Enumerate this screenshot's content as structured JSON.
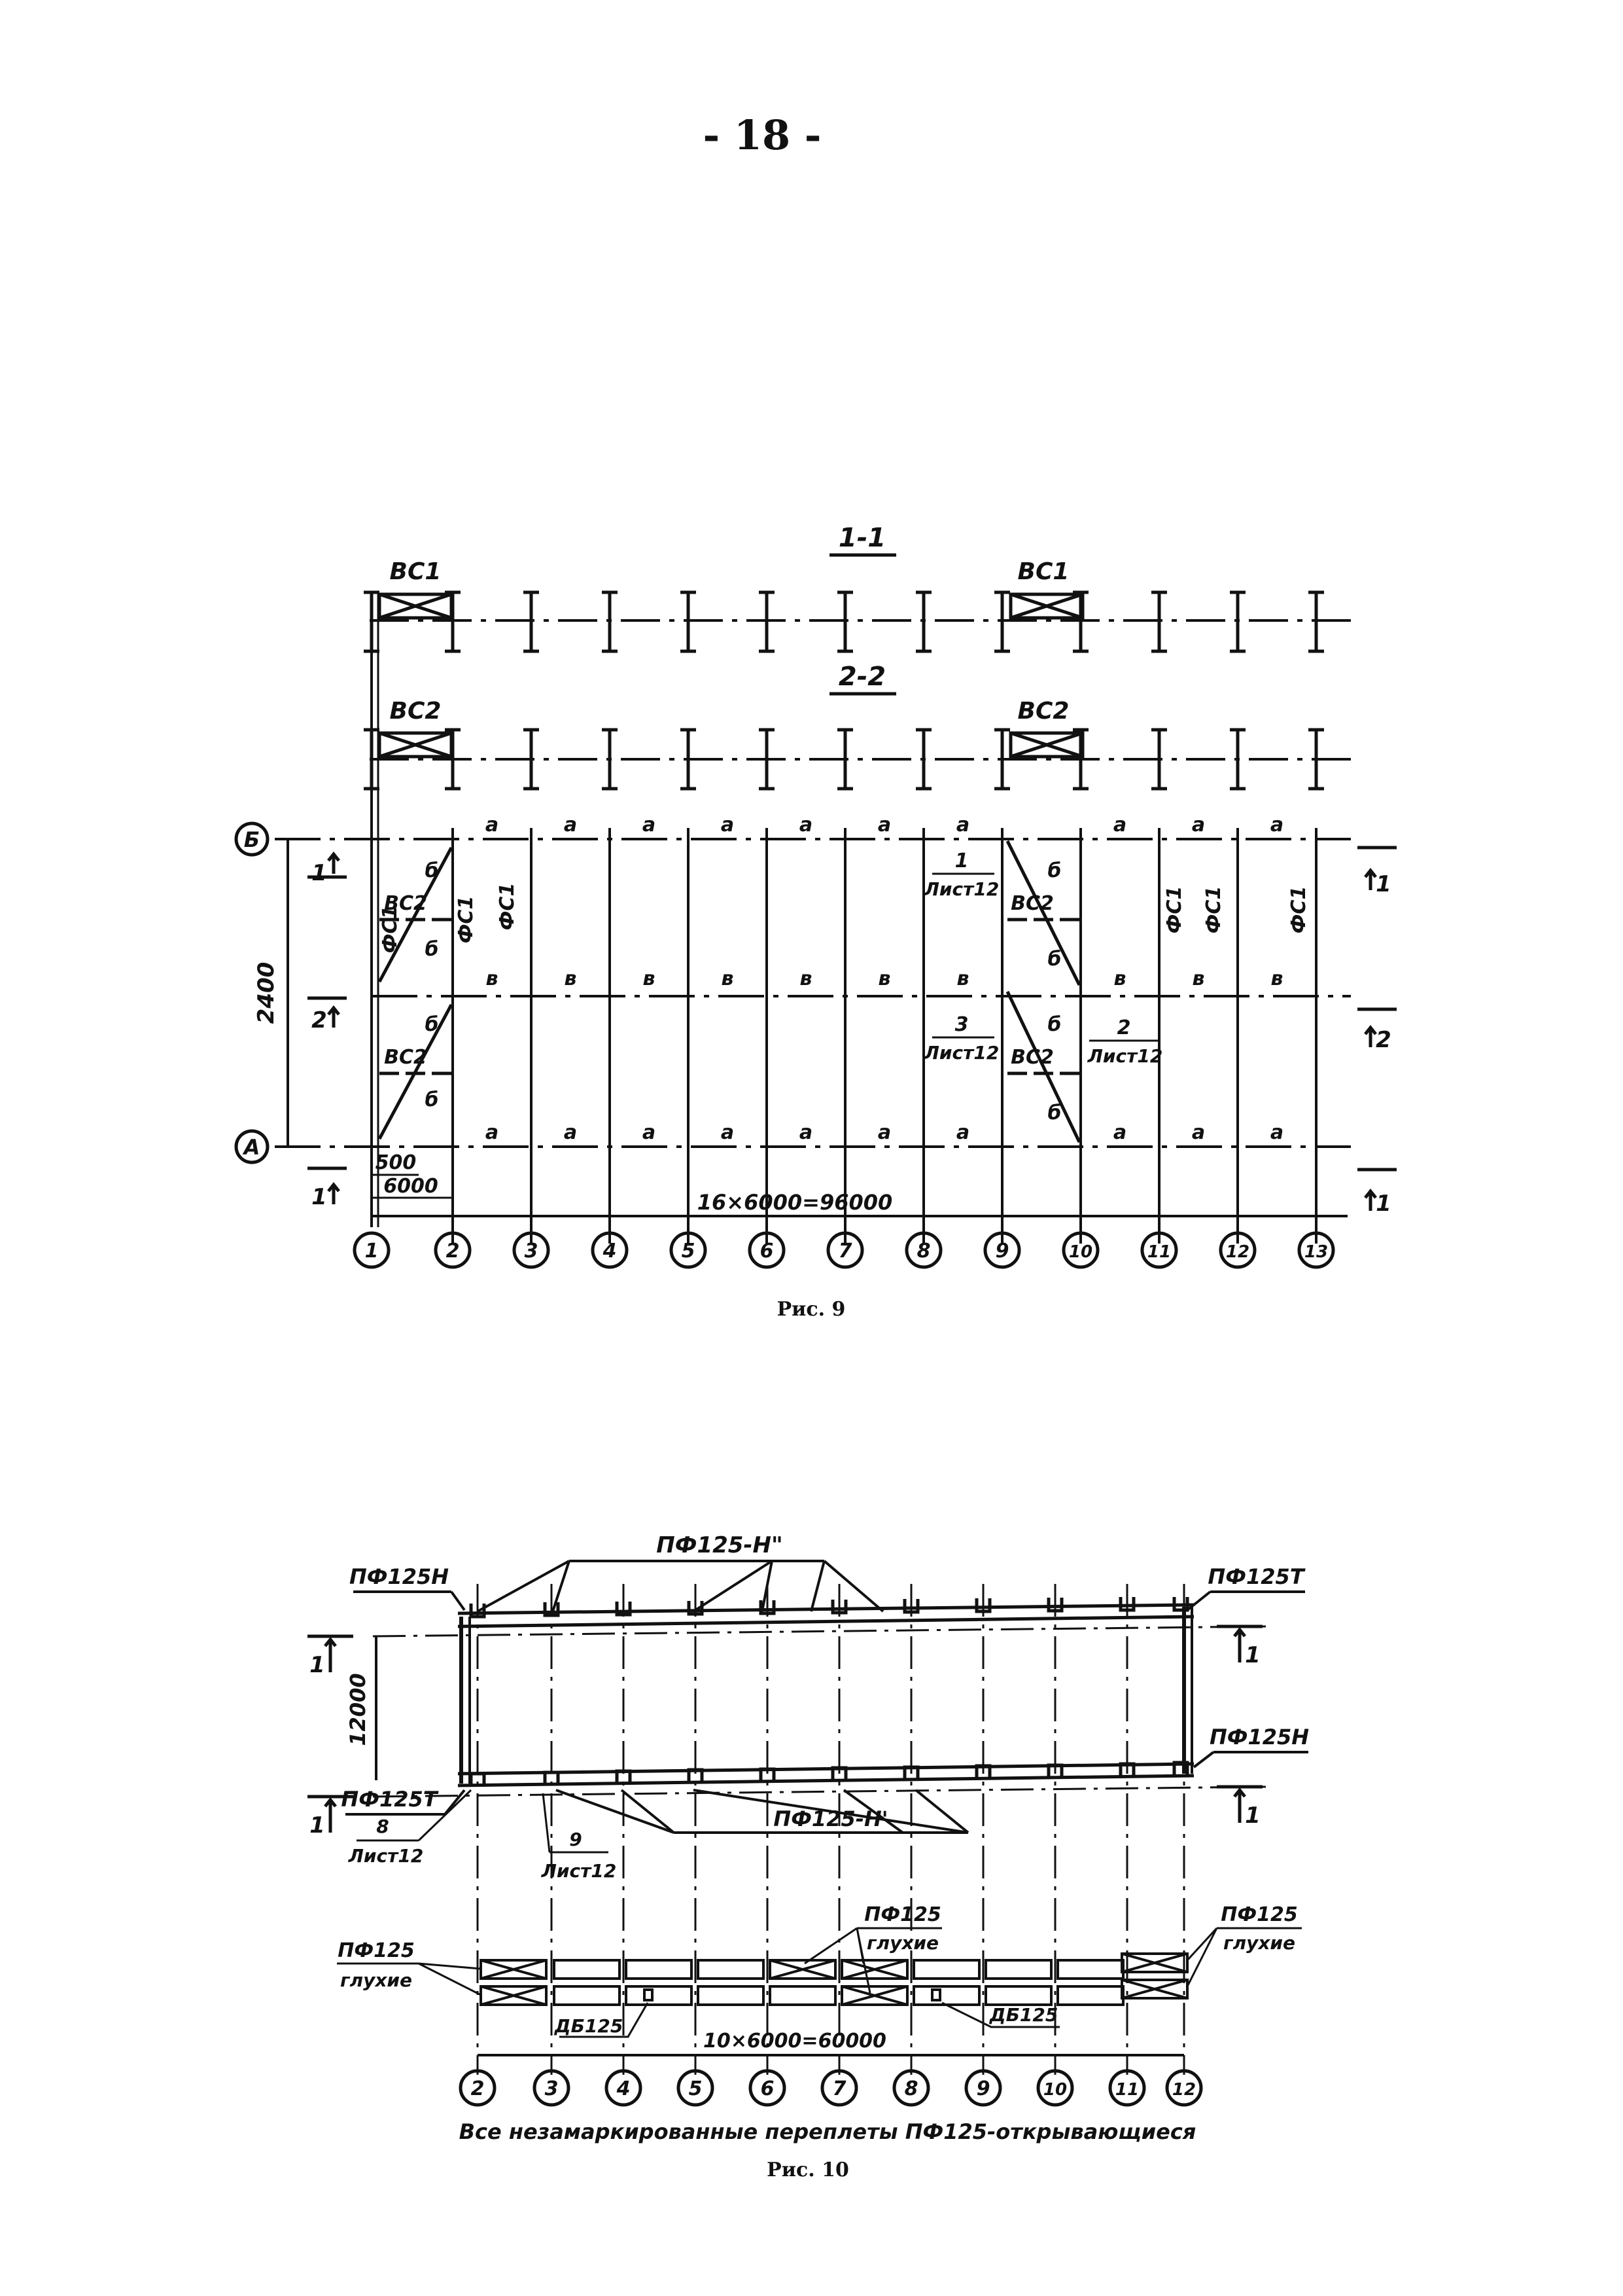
{
  "page": {
    "number": "- 18 -"
  },
  "figure9": {
    "caption": "Рис. 9",
    "section_1_1": "1-1",
    "section_2_2": "2-2",
    "brace_vc1": "ВС1",
    "brace_vc2": "ВС2",
    "row_b": "Б",
    "row_a": "А",
    "dim_width": "2400",
    "dim_500": "500",
    "dim_6000": "6000",
    "dim_total": "16×6000=96000",
    "mark_a": "а",
    "mark_b": "б",
    "mark_v": "в",
    "fc1": "ФС1",
    "ref_1": "1",
    "ref_3": "3",
    "ref_2": "2",
    "sheet_ref": "Лист12",
    "section_mark_1": "1",
    "section_mark_2": "2",
    "axes": [
      "1",
      "2",
      "3",
      "4",
      "5",
      "6",
      "7",
      "8",
      "9",
      "10",
      "11",
      "12",
      "13"
    ]
  },
  "figure10": {
    "caption": "Рис. 10",
    "note": "Все незамаркированные переплеты ПФ125-открывающиеся",
    "pf125h_top": "ПФ125-Н\"",
    "pf125h_bottom": "ПФ125-Н'",
    "pf125n_left": "ПФ125Н",
    "pf125t_right": "ПФ125Т",
    "pf125t_left": "ПФ125Т",
    "pf125n_right": "ПФ125Н",
    "ref_8": "8",
    "ref_9": "9",
    "sheet_ref_8": "Лист12",
    "sheet_ref_9": "Лист12",
    "dim_12000": "12000",
    "pf125": "ПФ125",
    "glukhie": "глухие",
    "db125": "ДБ125",
    "dim_total": "10×6000=60000",
    "section_mark_1": "1",
    "axes": [
      "2",
      "3",
      "4",
      "5",
      "6",
      "7",
      "8",
      "9",
      "10",
      "11",
      "12"
    ]
  }
}
